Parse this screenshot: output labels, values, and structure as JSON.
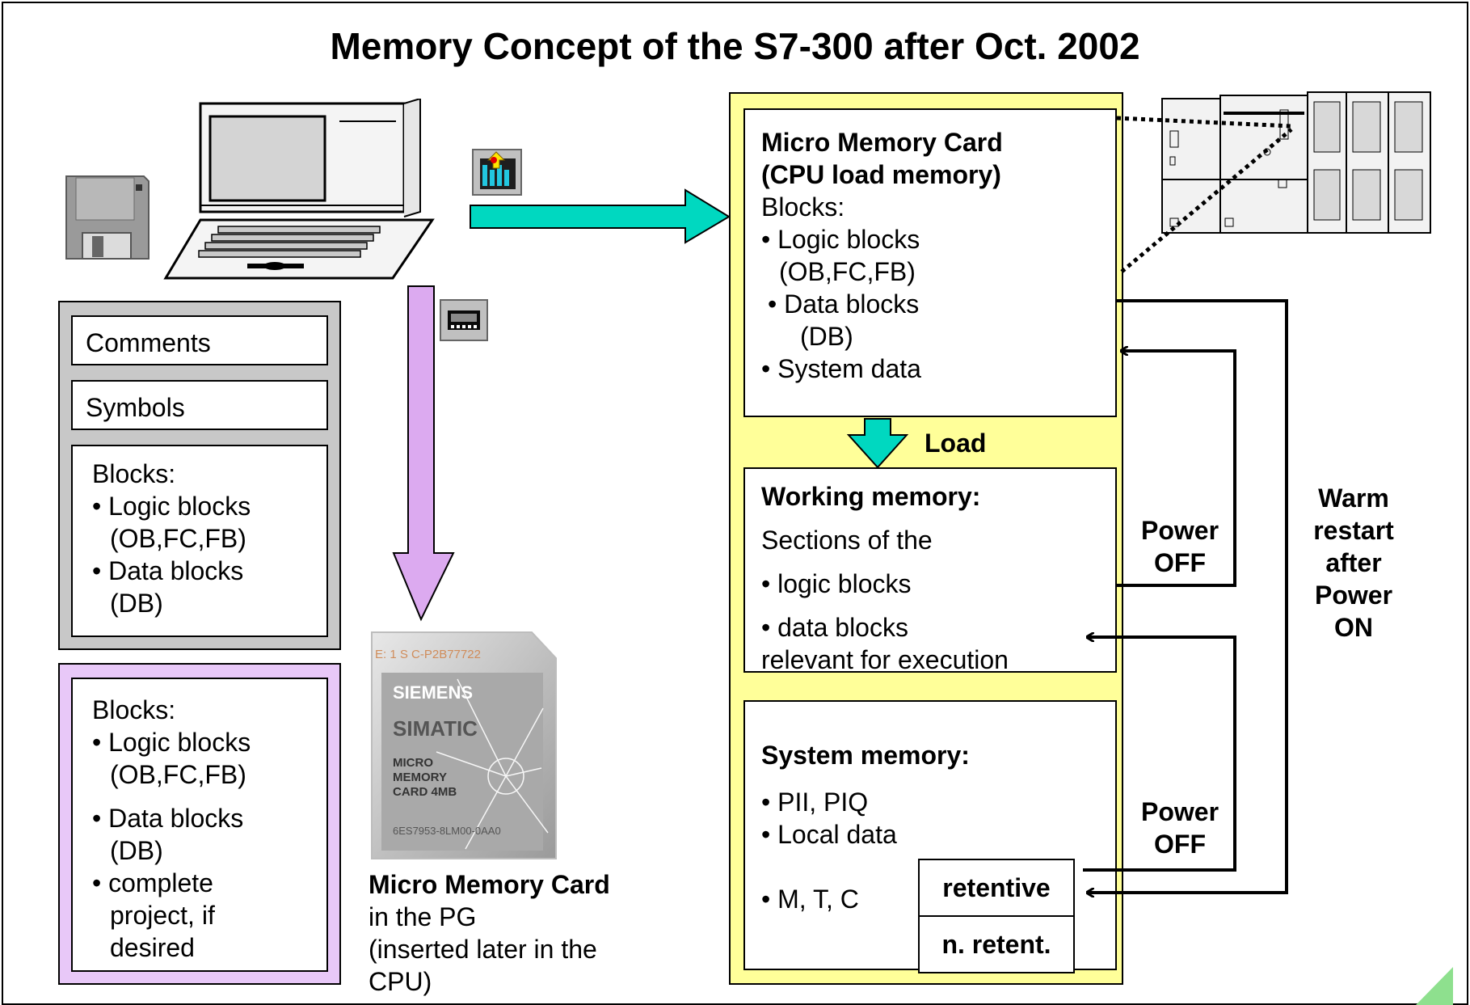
{
  "title": "Memory Concept of the S7-300 after Oct. 2002",
  "pg_software": {
    "comments": "Comments",
    "symbols": "Symbols",
    "blocks_heading": "Blocks:",
    "logic_blocks": "• Logic blocks",
    "logic_blocks_detail": "(OB,FC,FB)",
    "data_blocks": "• Data blocks",
    "data_blocks_detail": "(DB)"
  },
  "mmc_contents": {
    "blocks_heading": "Blocks:",
    "logic_blocks": "• Logic blocks",
    "logic_blocks_detail": "(OB,FC,FB)",
    "data_blocks": "• Data blocks",
    "data_blocks_detail": "(DB)",
    "project_1": "• complete",
    "project_2": "project, if",
    "project_3": "desired"
  },
  "card_image": {
    "serial_top": "E: 1  S C-P2B77722",
    "brand": "SIEMENS",
    "product": "SIMATIC",
    "line1": "MICRO",
    "line2": "MEMORY",
    "line3": "CARD 4MB",
    "order_no": "6ES7953-8LM00-0AA0"
  },
  "card_caption": {
    "title": "Micro Memory Card",
    "line1": "in the PG",
    "line2": "(inserted later in the",
    "line3": "CPU)"
  },
  "load_memory": {
    "title1": "Micro Memory Card",
    "title2": "(CPU load memory)",
    "blocks": "Blocks:",
    "logic_blocks": "• Logic blocks",
    "logic_detail": "(OB,FC,FB)",
    "data_blocks": "• Data blocks",
    "data_detail": "(DB)",
    "system_data": "• System data"
  },
  "load_label": "Load",
  "working_memory": {
    "title": "Working memory:",
    "line1": "Sections of the",
    "line2": "• logic blocks",
    "line3": "• data blocks",
    "line4": "relevant for execution"
  },
  "system_memory": {
    "title": "System memory:",
    "line1": "• PII, PIQ",
    "line2": "• Local data",
    "line3": "• M, T, C",
    "retentive": "retentive",
    "non_retentive": "n. retent."
  },
  "power_off_1": [
    "Power",
    "OFF"
  ],
  "power_off_2": [
    "Power",
    "OFF"
  ],
  "warm_restart": [
    "Warm",
    "restart",
    "after",
    "Power",
    "ON"
  ],
  "colors": {
    "cpu_panel": "#ffff99",
    "teal_arrow": "#00d8c0",
    "violet_arrow": "#dcaaf0",
    "gray_panel": "#c8c8c8",
    "violet_panel": "#e8c8f8",
    "corner_green": "#8ee08e"
  },
  "icons": [
    "floppy-disk-icon",
    "programming-device-icon",
    "download-to-plc-icon",
    "memory-card-write-icon",
    "s7-300-plc-icon"
  ]
}
